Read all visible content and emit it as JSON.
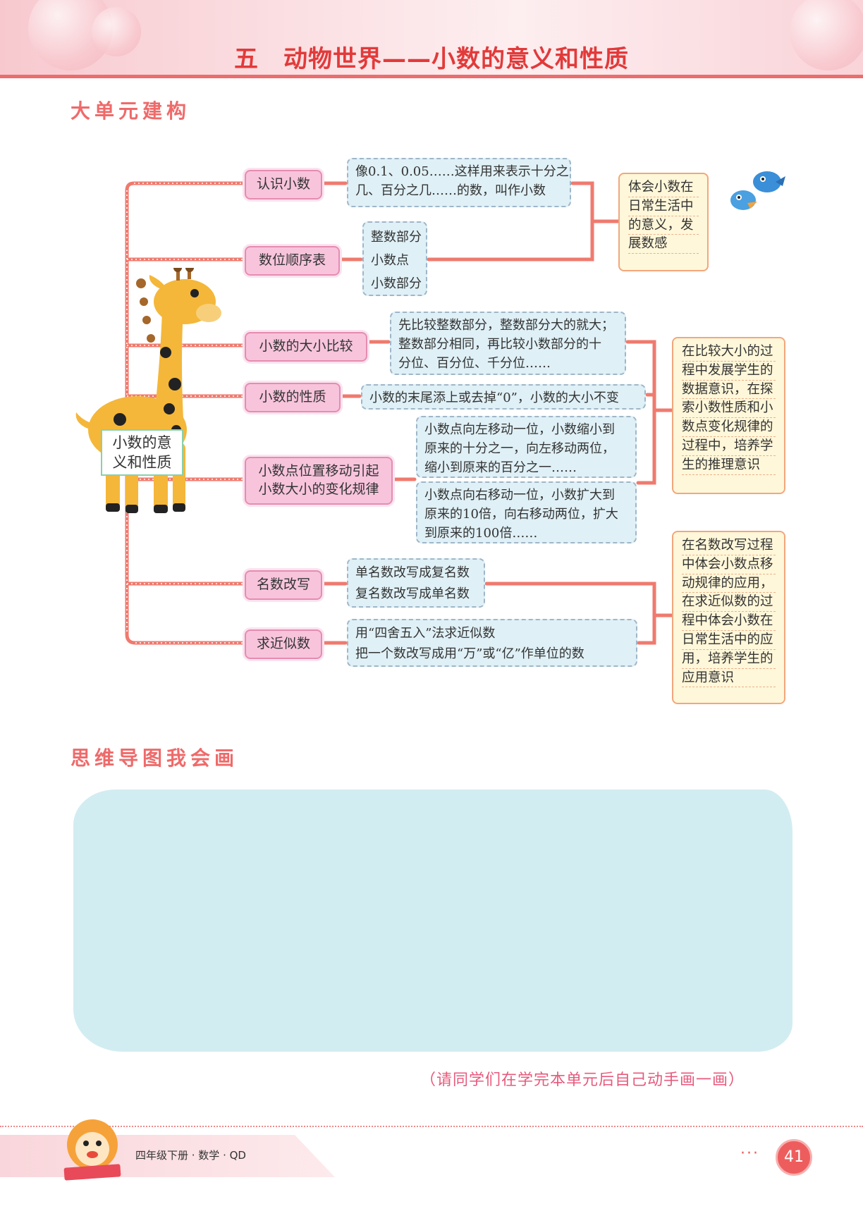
{
  "header": {
    "title": "五　动物世界——小数的意义和性质"
  },
  "sections": {
    "unit_structure": "大单元建构",
    "mind_map_draw": "思维导图我会画"
  },
  "root": {
    "line1": "小数的意",
    "line2": "义和性质"
  },
  "branches": [
    {
      "label_lines": [
        "认识小数"
      ]
    },
    {
      "label_lines": [
        "数位顺序表"
      ]
    },
    {
      "label_lines": [
        "小数的大小比较"
      ]
    },
    {
      "label_lines": [
        "小数的性质"
      ]
    },
    {
      "label_lines": [
        "小数点位置移动引起",
        "小数大小的变化规律"
      ]
    },
    {
      "label_lines": [
        "名数改写"
      ]
    },
    {
      "label_lines": [
        "求近似数"
      ]
    }
  ],
  "details": {
    "recognize": [
      "像0.1、0.05……这样用来表示十分之",
      "几、百分之几……的数，叫作小数"
    ],
    "place_value": [
      "整数部分",
      "小数点",
      "小数部分"
    ],
    "compare": [
      "先比较整数部分，整数部分大的就大；",
      "整数部分相同，再比较小数部分的十",
      "分位、百分位、千分位……"
    ],
    "property": [
      "小数的末尾添上或去掉“0”，小数的大小不变"
    ],
    "move_left": [
      "小数点向左移动一位，小数缩小到",
      "原来的十分之一，向左移动两位，",
      "缩小到原来的百分之一……"
    ],
    "move_right": [
      "小数点向右移动一位，小数扩大到",
      "原来的10倍，向右移动两位，扩大",
      "到原来的100倍……"
    ],
    "rewrite": [
      "单名数改写成复名数",
      "复名数改写成单名数"
    ],
    "approx": [
      "用“四舍五入”法求近似数",
      "把一个数改写成用“万”或“亿”作单位的数"
    ]
  },
  "summaries": {
    "s1": [
      "体会小数在",
      "日常生活中",
      "的意义，发",
      "展数感"
    ],
    "s2": [
      "在比较大小的过",
      "程中发展学生的",
      "数据意识，在探",
      "索小数性质和小",
      "数点变化规律的",
      "过程中，培养学",
      "生的推理意识"
    ],
    "s3": [
      "在名数改写过程",
      "中体会小数点移",
      "动规律的应用，",
      "在求近似数的过",
      "程中体会小数在",
      "日常生活中的应",
      "用，培养学生的",
      "应用意识"
    ]
  },
  "hint": "（请同学们在学完本单元后自己动手画一画）",
  "footer": {
    "book": "四年级下册 · 数学 · QD",
    "page": "41",
    "dots": "···"
  },
  "colors": {
    "accent": "#ec6d6d",
    "pill": "#f7c4dc",
    "box": "#dff0f6",
    "summary": "#fff7d9",
    "draw_area": "#d2edf1"
  }
}
